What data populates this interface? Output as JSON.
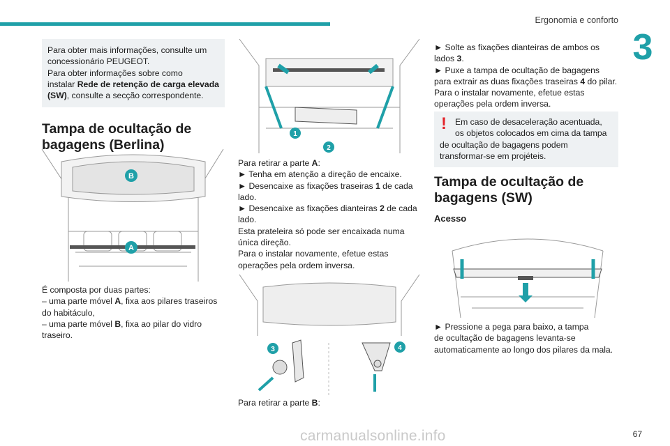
{
  "header": {
    "section": "Ergonomia e conforto",
    "chapter": "3"
  },
  "footer": {
    "page": "67",
    "watermark": "carmanualsonline.info"
  },
  "col1": {
    "info_line1": "Para obter mais informações, consulte um",
    "info_line2": "concessionário PEUGEOT.",
    "info_line3": "Para obter informações sobre como",
    "info_line4_pre": "instalar ",
    "info_line4_bold": "Rede de retenção de carga elevada",
    "info_line5_bold": "(SW)",
    "info_line5_post": ", consulte a secção correspondente.",
    "title_line1": "Tampa de ocultação de",
    "title_line2": "bagagens (Berlina)",
    "fig_label_b": "B",
    "fig_label_a": "A",
    "desc1": "É composta por duas partes:",
    "desc2_pre": "–  uma parte móvel ",
    "desc2_bold": "A",
    "desc2_post": ", fixa aos pilares traseiros",
    "desc3": "do habitáculo,",
    "desc4_pre": "–  uma parte móvel ",
    "desc4_bold": "B",
    "desc4_post": ", fixa ao pilar do vidro",
    "desc5": "traseiro."
  },
  "col2": {
    "fig1_label_1": "1",
    "fig1_label_2": "2",
    "l1_pre": "Para retirar a parte ",
    "l1_bold": "A",
    "l1_post": ":",
    "l2": "►  Tenha em atenção a direção de encaixe.",
    "l3_pre": "►  Desencaixe as fixações traseiras ",
    "l3_bold": "1",
    "l3_post": " de cada",
    "l4": "lado.",
    "l5_pre": "►  Desencaixe as fixações dianteiras ",
    "l5_bold": "2",
    "l5_post": " de cada",
    "l6": "lado.",
    "l7": "Esta prateleira só pode ser encaixada numa",
    "l8": "única direção.",
    "l9": "Para o instalar novamente, efetue estas",
    "l10": "operações pela ordem inversa.",
    "fig2_label_3": "3",
    "fig2_label_4": "4",
    "l11_pre": "Para retirar a parte ",
    "l11_bold": "B",
    "l11_post": ":"
  },
  "col3": {
    "l1": "►  Solte as fixações dianteiras de ambos os",
    "l2_pre": "lados ",
    "l2_bold": "3",
    "l2_post": ".",
    "l3": "►  Puxe a tampa de ocultação de bagagens",
    "l4_pre": "para extrair as duas fixações traseiras ",
    "l4_bold": "4",
    "l4_post": " do pilar.",
    "l5": "Para o instalar novamente, efetue estas",
    "l6": "operações pela ordem inversa.",
    "warn_mark": "!",
    "warn1": "Em caso de desaceleração acentuada,",
    "warn2": "os objetos colocados em cima da tampa",
    "warn3": "de ocultação de bagagens podem",
    "warn4": "transformar-se em projéteis.",
    "title_line1": "Tampa de ocultação de",
    "title_line2": "bagagens (SW)",
    "subtitle": "Acesso",
    "p1": "►  Pressione a pega para baixo, a tampa",
    "p2": "de ocultação de bagagens levanta-se",
    "p3": "automaticamente ao longo dos pilares da mala."
  },
  "colors": {
    "accent": "#1fa0a8",
    "warning": "#e3242b",
    "infobox": "#eef1f3"
  }
}
